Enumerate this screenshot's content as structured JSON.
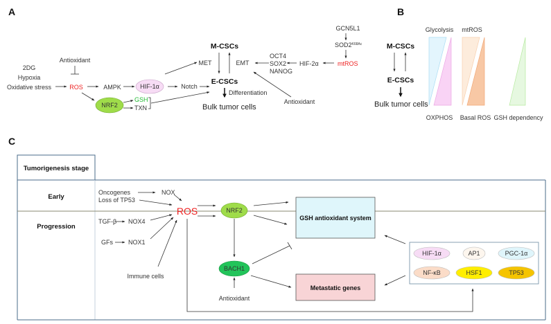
{
  "panels": {
    "a": "A",
    "b": "B",
    "c": "C"
  },
  "colors": {
    "ros_red": "#ee2222",
    "gsh_green": "#22bb33",
    "nrf2_fill": "#9fdc4a",
    "bach1_fill": "#22c45a",
    "hif1a_fill": "#f7dcf5",
    "gsh_box_fill": "#dff6fb",
    "metastatic_box_fill": "#f8d4d6",
    "glycolysis_fill": "#e3f5fd",
    "oxphos_fill": "#f9d3f5",
    "mtros_fill": "#fdecdc",
    "basal_ros_fill": "#f8c8a5",
    "gsh_dependency_fill": "#e6f8e0"
  },
  "panel_a": {
    "inducers": [
      "2DG",
      "Hypoxia",
      "Oxidative stress"
    ],
    "antioxidant_top": "Antioxidant",
    "ros": "ROS",
    "ampk": "AMPK",
    "hif1a": "HIF-1α",
    "notch": "Notch",
    "nrf2": "NRF2",
    "gsh": "GSH",
    "txn": "TXN",
    "met": "MET",
    "emt": "EMT",
    "m_cscs": "M-CSCs",
    "e_cscs": "E-CSCs",
    "differentiation": "Differentiation",
    "bulk": "Bulk tumor cells",
    "tfs": [
      "OCT4",
      "SOX2",
      "NANOG"
    ],
    "hif2a": "HIF-2α",
    "mtros": "mtROS",
    "gcn5l1": "GCN5L1",
    "sod2": "SOD2",
    "sod2_sup": "K68Ac",
    "antioxidant_bottom": "Antioxidant"
  },
  "panel_b": {
    "m_cscs": "M-CSCs",
    "e_cscs": "E-CSCs",
    "bulk": "Bulk tumor cells",
    "top_labels": [
      "Glycolysis",
      "mtROS"
    ],
    "bottom_labels": [
      "OXPHOS",
      "Basal ROS",
      "GSH dependency"
    ]
  },
  "panel_c": {
    "stage_header": "Tumorigenesis stage",
    "stages": [
      "Early",
      "Progression"
    ],
    "oncogenes": "Oncogenes",
    "loss_tp53": "Loss of TP53",
    "nox": "NOX",
    "tgfb": "TGF-β",
    "nox4": "NOX4",
    "gfs": "GFs",
    "nox1": "NOX1",
    "immune": "Immune cells",
    "ros": "ROS",
    "nrf2": "NRF2",
    "bach1": "BACH1",
    "antioxidant": "Antioxidant",
    "gsh_system": "GSH antioxidant system",
    "metastatic": "Metastatic genes",
    "tfs": [
      {
        "label": "HIF-1α",
        "fill": "#f7dcf5"
      },
      {
        "label": "AP1",
        "fill": "#fdf6ee"
      },
      {
        "label": "PGC-1α",
        "fill": "#dff5fb"
      },
      {
        "label": "NF-κB",
        "fill": "#fbdcc8"
      },
      {
        "label": "HSF1",
        "fill": "#ffee00"
      },
      {
        "label": "TP53",
        "fill": "#f5c400"
      }
    ]
  }
}
